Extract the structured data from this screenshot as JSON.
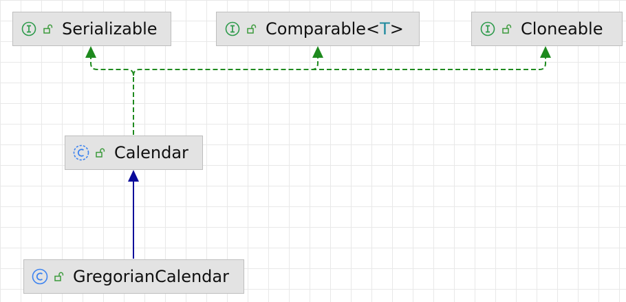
{
  "diagram": {
    "nodes": [
      {
        "id": "serializable",
        "kind": "interface",
        "visibility": "public",
        "name": "Serializable"
      },
      {
        "id": "comparable",
        "kind": "interface",
        "visibility": "public",
        "name": "Comparable",
        "type_params": "<T>",
        "type_param_open": "<",
        "type_param_name": "T",
        "type_param_close": ">"
      },
      {
        "id": "cloneable",
        "kind": "interface",
        "visibility": "public",
        "name": "Cloneable"
      },
      {
        "id": "calendar",
        "kind": "class",
        "visibility": "public",
        "name": "Calendar"
      },
      {
        "id": "gregorian",
        "kind": "class",
        "visibility": "public",
        "name": "GregorianCalendar"
      }
    ],
    "edges": [
      {
        "from": "calendar",
        "to": "serializable",
        "relation": "implements"
      },
      {
        "from": "calendar",
        "to": "comparable",
        "relation": "implements"
      },
      {
        "from": "calendar",
        "to": "cloneable",
        "relation": "implements"
      },
      {
        "from": "gregorian",
        "to": "calendar",
        "relation": "extends"
      }
    ]
  },
  "colors": {
    "implements_edge": "#1e8a1e",
    "extends_edge": "#0a0a9a",
    "interface_icon": "#2c9a4a",
    "class_icon": "#3b82f0",
    "lock_icon": "#3a9a3a",
    "type_param": "#1f8a9e"
  }
}
